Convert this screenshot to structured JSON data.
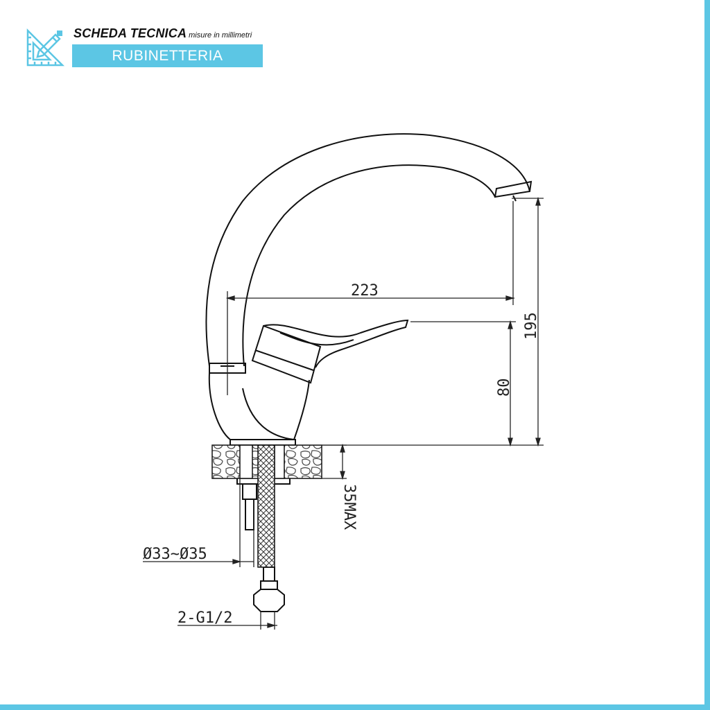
{
  "header": {
    "title": "SCHEDA TECNICA",
    "subtitle": "misure in millimetri",
    "category": "RUBINETTERIA",
    "icon": "ruler-pencil-icon",
    "accent_color": "#5cc6e4"
  },
  "dimensions": {
    "spout_reach": "223",
    "total_height": "195",
    "lever_height": "80",
    "counter_thickness": "35MAX",
    "hole_diameter": "Ø33~Ø35",
    "hose_connection": "2-G1/2"
  }
}
